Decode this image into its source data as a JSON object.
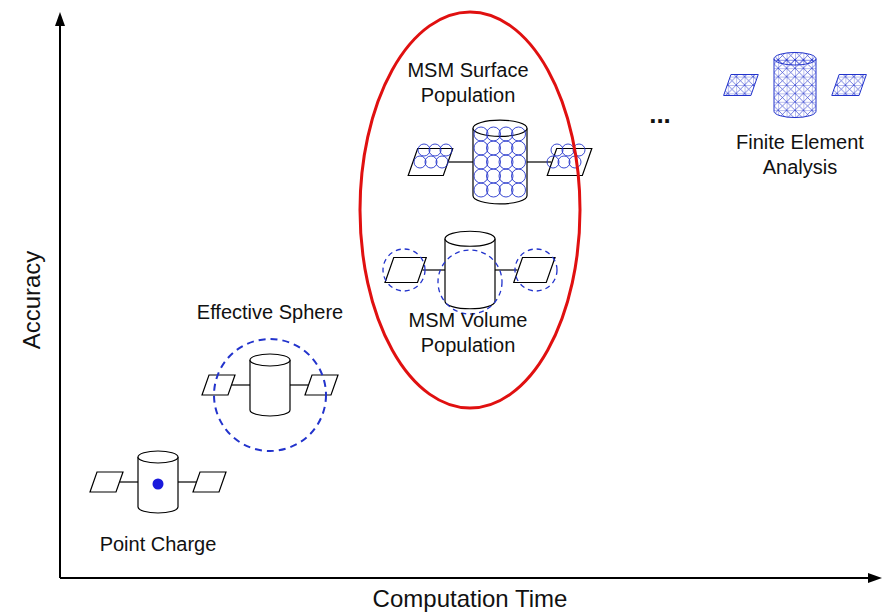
{
  "diagram": {
    "labels": [
      "Accuracy",
      "Computation Time",
      "Point Charge",
      "Effective Sphere",
      "MSM Surface Population",
      "MSM Volume Population",
      "...",
      "Finite Element Analysis"
    ]
  }
}
